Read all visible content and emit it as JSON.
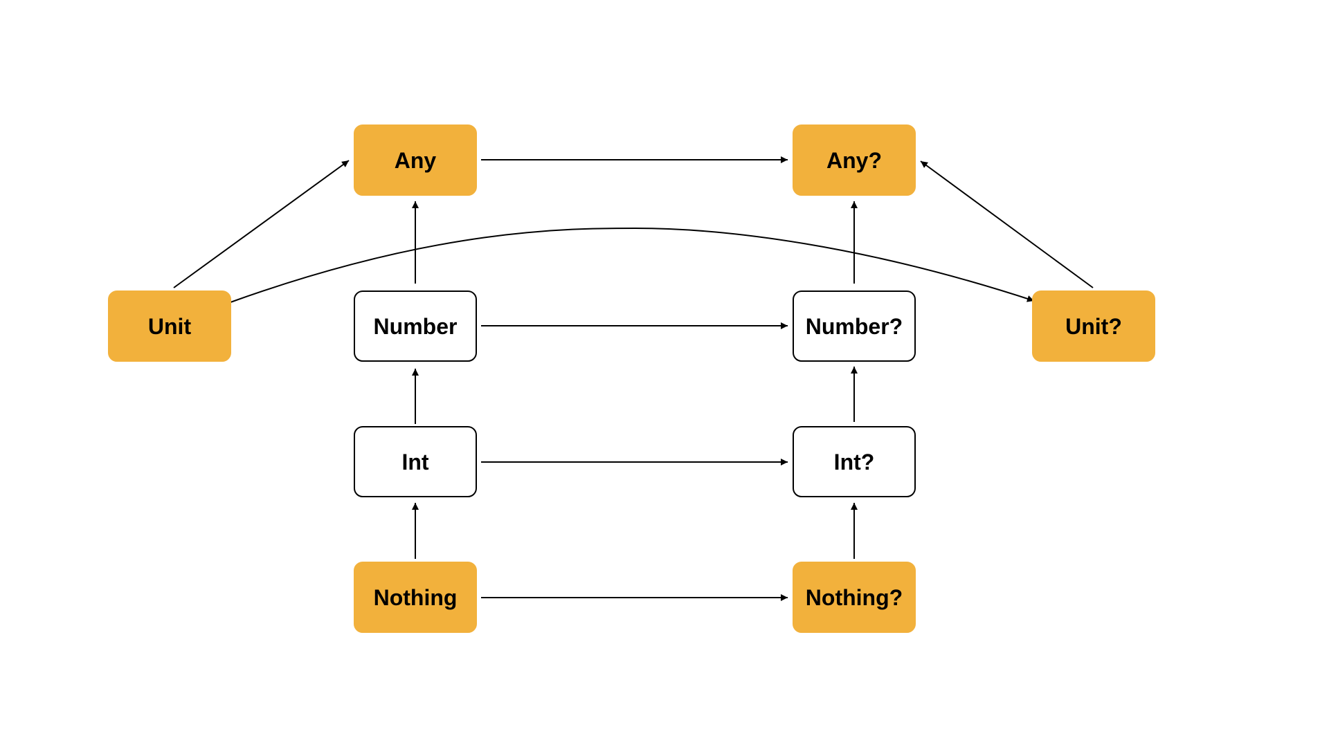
{
  "colors": {
    "background": "#ffffff",
    "highlight_fill": "#F2B13C",
    "plain_fill": "#ffffff",
    "box_stroke": "#000000",
    "arrow": "#000000"
  },
  "nodes": [
    {
      "id": "any",
      "label": "Any",
      "style": "highlight"
    },
    {
      "id": "any_q",
      "label": "Any?",
      "style": "highlight"
    },
    {
      "id": "unit",
      "label": "Unit",
      "style": "highlight"
    },
    {
      "id": "number",
      "label": "Number",
      "style": "plain"
    },
    {
      "id": "number_q",
      "label": "Number?",
      "style": "plain"
    },
    {
      "id": "unit_q",
      "label": "Unit?",
      "style": "highlight"
    },
    {
      "id": "int",
      "label": "Int",
      "style": "plain"
    },
    {
      "id": "int_q",
      "label": "Int?",
      "style": "plain"
    },
    {
      "id": "nothing",
      "label": "Nothing",
      "style": "highlight"
    },
    {
      "id": "nothing_q",
      "label": "Nothing?",
      "style": "highlight"
    }
  ],
  "edges": [
    {
      "from": "unit",
      "to": "any"
    },
    {
      "from": "any",
      "to": "any_q"
    },
    {
      "from": "unit_q",
      "to": "any_q"
    },
    {
      "from": "number",
      "to": "any"
    },
    {
      "from": "number_q",
      "to": "any_q"
    },
    {
      "from": "unit",
      "to": "unit_q"
    },
    {
      "from": "number",
      "to": "number_q"
    },
    {
      "from": "int",
      "to": "number"
    },
    {
      "from": "int_q",
      "to": "number_q"
    },
    {
      "from": "int",
      "to": "int_q"
    },
    {
      "from": "nothing",
      "to": "int"
    },
    {
      "from": "nothing_q",
      "to": "int_q"
    },
    {
      "from": "nothing",
      "to": "nothing_q"
    }
  ]
}
